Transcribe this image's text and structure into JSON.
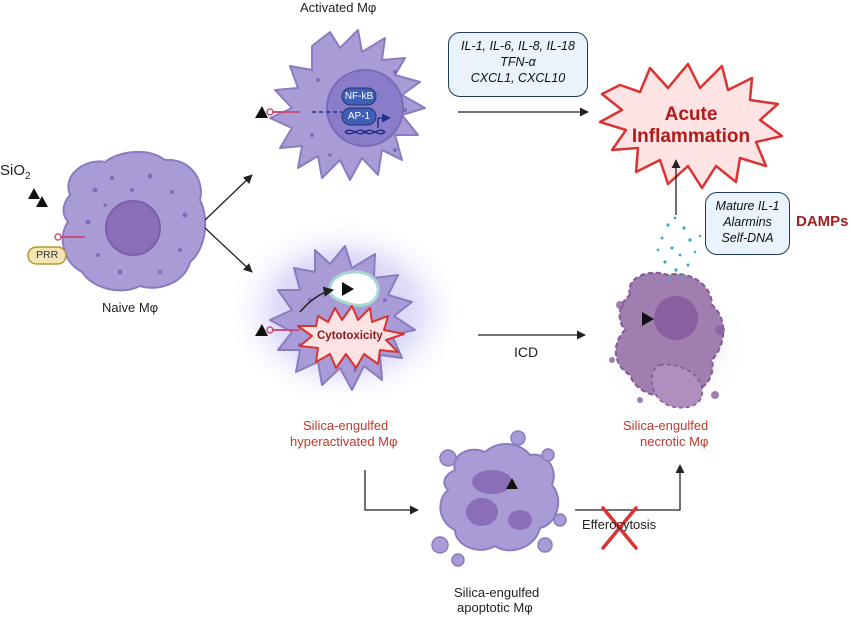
{
  "labels": {
    "activated": "Activated Mφ",
    "naive": "Naive Mφ",
    "hyperactivated_line1": "Silica-engulfed",
    "hyperactivated_line2": "hyperactivated Mφ",
    "apoptotic_line1": "Silica-engulfed",
    "apoptotic_line2": "apoptotic Mφ",
    "necrotic_line1": "Silica-engulfed",
    "necrotic_line2": "necrotic Mφ",
    "icd": "ICD",
    "efferocytosis": "Efferocytosis",
    "sio2": "SiO",
    "sio2_sub": "2",
    "prr": "PRR",
    "nfkb": "NF-kB",
    "ap1": "AP-1",
    "cytotoxicity": "Cytotoxicity",
    "acute_line1": "Acute",
    "acute_line2": "Inflammation",
    "damps": "DAMPs"
  },
  "cytokine_box": [
    "IL-1, IL-6, IL-8, IL-18",
    "TFN-α",
    "CXCL1, CXCL10"
  ],
  "damps_box": [
    "Mature IL-1",
    "Alarmins",
    "Self-DNA"
  ],
  "colors": {
    "cell_fill": "#a99bd6",
    "cell_stroke": "#8a7cbf",
    "nucleus": "#8a6fb8",
    "necrotic_fill": "#a07fb0",
    "red_text": "#c0392b",
    "box_fill": "#eaf3fb",
    "box_border": "#1f3a5a",
    "burst_fill": "#fde3e3",
    "burst_stroke": "#d93333",
    "debris": "#3aa7cf",
    "prr_fill": "#f4e7b6"
  },
  "icons": [
    "silica-particle-icon",
    "receptor-icon",
    "dna-icon",
    "cross-mark-icon"
  ]
}
